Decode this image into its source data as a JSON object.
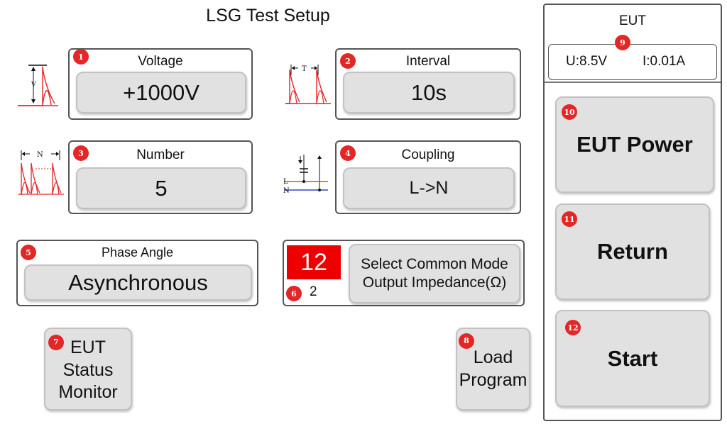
{
  "title": "LSG Test Setup",
  "params": {
    "voltage": {
      "badge": "1",
      "label": "Voltage",
      "value": "+1000V"
    },
    "interval": {
      "badge": "2",
      "label": "Interval",
      "value": "10s"
    },
    "number": {
      "badge": "3",
      "label": "Number",
      "value": "5"
    },
    "coupling": {
      "badge": "4",
      "label": "Coupling",
      "value": "L->N"
    },
    "phase": {
      "badge": "5",
      "label": "Phase Angle",
      "value": "Asynchronous"
    },
    "impedance": {
      "badge": "6",
      "value": "12",
      "sub": "2",
      "button": "Select Common Mode Output Impedance(Ω)"
    }
  },
  "icons": {
    "voltage_letter": "V",
    "interval_letter": "T",
    "number_letter": "N",
    "coupling_l": "L",
    "coupling_n": "N"
  },
  "buttons": {
    "eut_status": {
      "badge": "7",
      "label": "EUT Status Monitor"
    },
    "load_program": {
      "badge": "8",
      "label": "Load Program"
    },
    "eut_power": {
      "badge": "10",
      "label": "EUT Power"
    },
    "return": {
      "badge": "11",
      "label": "Return"
    },
    "start": {
      "badge": "12",
      "label": "Start"
    }
  },
  "eut": {
    "title": "EUT",
    "badge": "9",
    "voltage": "U:8.5V",
    "current": "I:0.01A"
  },
  "colors": {
    "accent_red": "#e32626",
    "impedance_red": "#ee0000",
    "button_gray": "#e1e1e1",
    "blue_line": "#3344cc"
  }
}
